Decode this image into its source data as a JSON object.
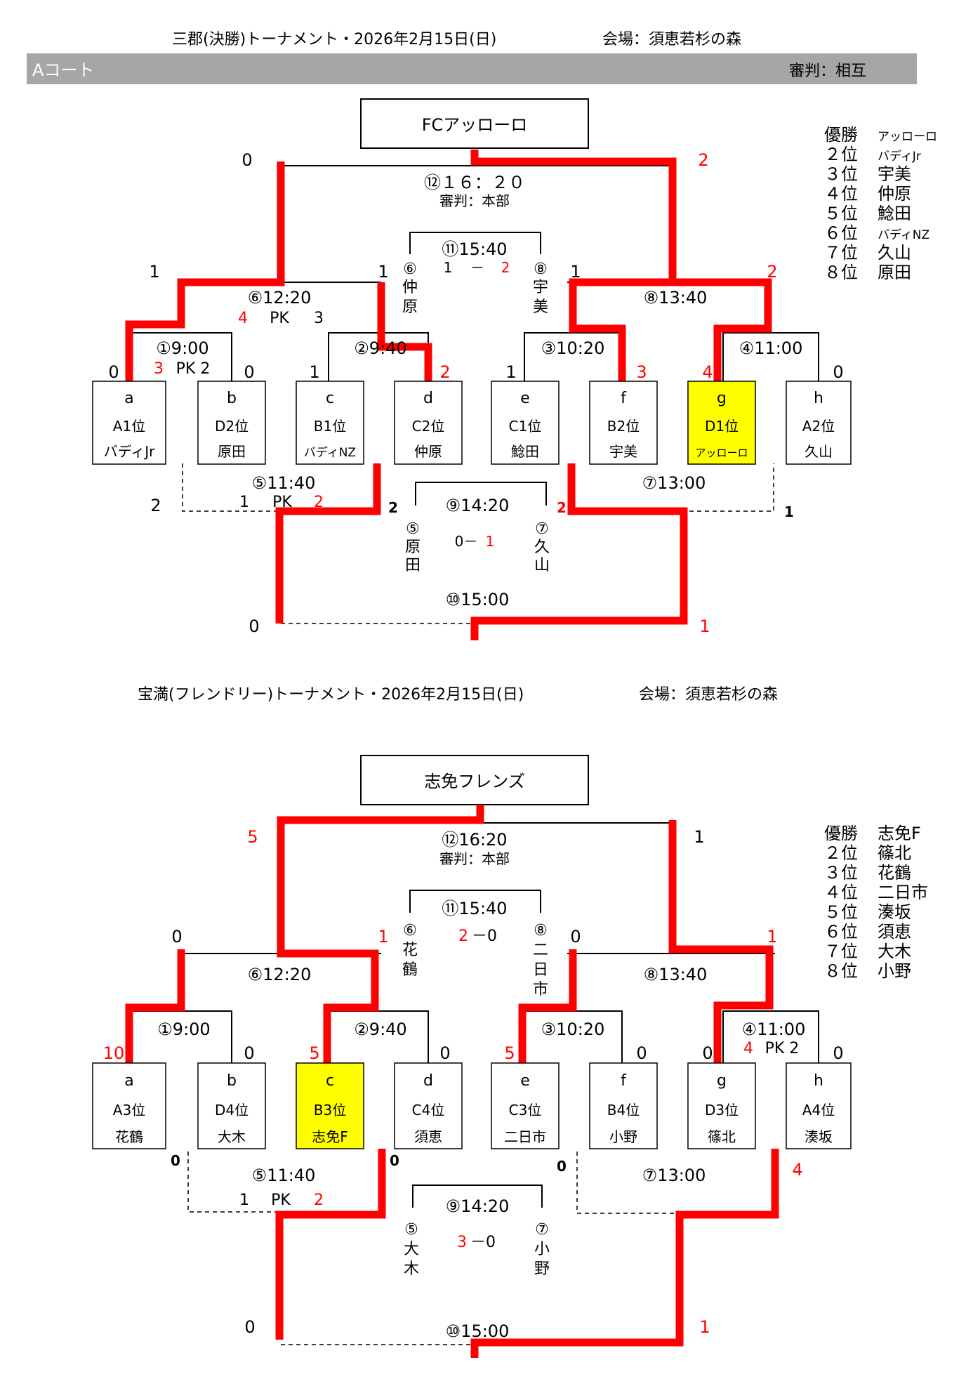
{
  "header1": {
    "title": "三郡(決勝)トーナメント・2026年2月15日(日)",
    "venue": "会場：須恵若杉の森"
  },
  "court_bar": {
    "court": "Aコート",
    "referee": "審判：相互"
  },
  "colors": {
    "win_line": "#ff0000",
    "highlight": "#ffff00",
    "bar": "#a6a6a6"
  },
  "t1": {
    "champion": "FCアッローロ",
    "final": {
      "time": "⑫１６：２０",
      "ref": "審判：本部",
      "left_score": "0",
      "right_score": "2"
    },
    "third": {
      "time": "⑪15:40",
      "left_tag": "⑥",
      "left_name": [
        "仲",
        "原"
      ],
      "right_tag": "⑧",
      "right_name": [
        "宇",
        "美"
      ],
      "score_l": "1",
      "dash": "－",
      "score_r": "2"
    },
    "semi_left": {
      "time": "⑥12:20",
      "pk_l": "4",
      "pk": "PK",
      "pk_r": "3",
      "left_score": "1",
      "right_score": "1"
    },
    "semi_right": {
      "time": "⑧13:40",
      "left_score": "1",
      "right_score": "2"
    },
    "q1": {
      "time": "①9:00",
      "pk_l": "3",
      "pk": "PK 2",
      "left_score": "0",
      "right_score": "0"
    },
    "q2": {
      "time": "②9:40",
      "left_score": "1",
      "right_score": "2"
    },
    "q3": {
      "time": "③10:20",
      "left_score": "1",
      "right_score": "3"
    },
    "q4": {
      "time": "④11:00",
      "left_score": "4",
      "right_score": "0"
    },
    "teams": [
      {
        "letter": "a",
        "seed": "A1位",
        "name": "バディJr"
      },
      {
        "letter": "b",
        "seed": "D2位",
        "name": "原田"
      },
      {
        "letter": "c",
        "seed": "B1位",
        "name": "バディNZ"
      },
      {
        "letter": "d",
        "seed": "C2位",
        "name": "仲原"
      },
      {
        "letter": "e",
        "seed": "C1位",
        "name": "鯰田"
      },
      {
        "letter": "f",
        "seed": "B2位",
        "name": "宇美"
      },
      {
        "letter": "g",
        "seed": "D1位",
        "name": "アッローロ"
      },
      {
        "letter": "h",
        "seed": "A2位",
        "name": "久山"
      }
    ],
    "c5": {
      "time": "⑤11:40",
      "pk_l": "1",
      "pk": "PK",
      "pk_r": "2",
      "left_score": "2",
      "right_score": "2"
    },
    "c7": {
      "time": "⑦13:00",
      "left_score": "2",
      "right_score": "1"
    },
    "c9": {
      "time": "⑨14:20",
      "left_tag": "⑤",
      "left_name": [
        "原",
        "田"
      ],
      "right_tag": "⑦",
      "right_name": [
        "久",
        "山"
      ],
      "score_l": "0－",
      "score_r": "1"
    },
    "c10": {
      "time": "⑩15:00",
      "left_score": "0",
      "right_score": "1"
    },
    "standings": [
      {
        "rank": "優勝",
        "team": "アッローロ"
      },
      {
        "rank": "２位",
        "team": "バディJr"
      },
      {
        "rank": "３位",
        "team": "宇美"
      },
      {
        "rank": "４位",
        "team": "仲原"
      },
      {
        "rank": "５位",
        "team": "鯰田"
      },
      {
        "rank": "６位",
        "team": "バディNZ"
      },
      {
        "rank": "７位",
        "team": "久山"
      },
      {
        "rank": "８位",
        "team": "原田"
      }
    ]
  },
  "header2": {
    "title": "宝満(フレンドリー)トーナメント・2026年2月15日(日)",
    "venue": "会場：須恵若杉の森"
  },
  "t2": {
    "champion": "志免フレンズ",
    "final": {
      "time": "⑫16:20",
      "ref": "審判：本部",
      "left_score": "5",
      "right_score": "1"
    },
    "third": {
      "time": "⑪15:40",
      "left_tag": "⑥",
      "left_name": [
        "花",
        "鶴"
      ],
      "right_tag": "⑧",
      "right_name": [
        "二",
        "日",
        "市"
      ],
      "score_l": "2",
      "score_r": "－0"
    },
    "semi_left": {
      "time": "⑥12:20",
      "left_score": "0",
      "right_score": "1"
    },
    "semi_right": {
      "time": "⑧13:40",
      "left_score": "0",
      "right_score": "1"
    },
    "q1": {
      "time": "①9:00",
      "left_score": "10",
      "right_score": "0"
    },
    "q2": {
      "time": "②9:40",
      "left_score": "5",
      "right_score": "0"
    },
    "q3": {
      "time": "③10:20",
      "left_score": "5",
      "right_score": "0"
    },
    "q4": {
      "time": "④11:00",
      "pk_l": "4",
      "pk": "PK 2",
      "left_score": "0",
      "right_score": "0"
    },
    "teams": [
      {
        "letter": "a",
        "seed": "A3位",
        "name": "花鶴"
      },
      {
        "letter": "b",
        "seed": "D4位",
        "name": "大木"
      },
      {
        "letter": "c",
        "seed": "B3位",
        "name": "志免F"
      },
      {
        "letter": "d",
        "seed": "C4位",
        "name": "須恵"
      },
      {
        "letter": "e",
        "seed": "C3位",
        "name": "二日市"
      },
      {
        "letter": "f",
        "seed": "B4位",
        "name": "小野"
      },
      {
        "letter": "g",
        "seed": "D3位",
        "name": "篠北"
      },
      {
        "letter": "h",
        "seed": "A4位",
        "name": "湊坂"
      }
    ],
    "c5": {
      "time": "⑤11:40",
      "pk_l": "1",
      "pk": "PK",
      "pk_r": "2",
      "left_score": "0",
      "right_score": "0"
    },
    "c7": {
      "time": "⑦13:00",
      "left_score": "0",
      "right_score": "4"
    },
    "c9": {
      "time": "⑨14:20",
      "left_tag": "⑤",
      "left_name": [
        "大",
        "木"
      ],
      "right_tag": "⑦",
      "right_name": [
        "小",
        "野"
      ],
      "score_l": "3",
      "score_r": "－0"
    },
    "c10": {
      "time": "⑩15:00",
      "left_score": "0",
      "right_score": "1"
    },
    "standings": [
      {
        "rank": "優勝",
        "team": "志免F"
      },
      {
        "rank": "２位",
        "team": "篠北"
      },
      {
        "rank": "３位",
        "team": "花鶴"
      },
      {
        "rank": "４位",
        "team": "二日市"
      },
      {
        "rank": "５位",
        "team": "湊坂"
      },
      {
        "rank": "６位",
        "team": "須恵"
      },
      {
        "rank": "７位",
        "team": "大木"
      },
      {
        "rank": "８位",
        "team": "小野"
      }
    ]
  }
}
